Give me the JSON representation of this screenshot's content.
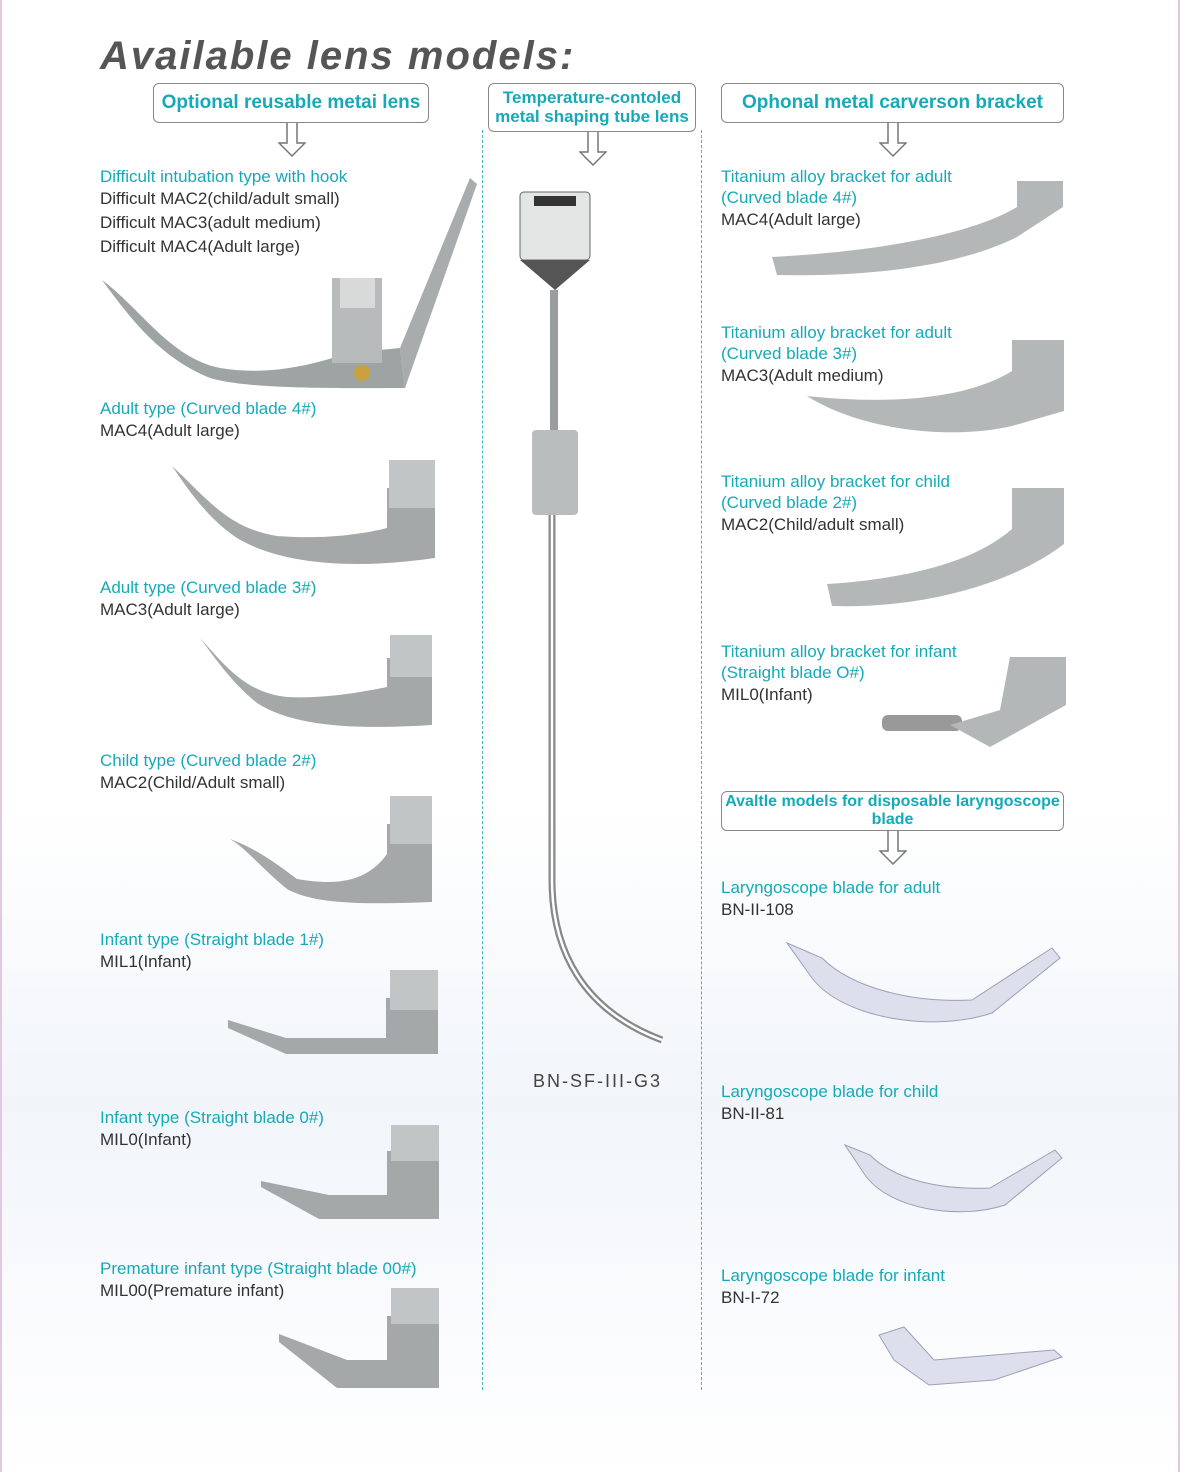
{
  "title": "Available lens models:",
  "headers": {
    "left": "Optional reusable metai lens",
    "middle": "Temperature-contoled metal shaping tube lens",
    "right": "Ophonal metal carverson bracket",
    "disposable": "Avaltle models for disposable laryngoscope blade"
  },
  "left": [
    {
      "title": "Difficult intubation type with hook",
      "lines": [
        "Difficult MAC2(child/adult small)",
        "Difficult MAC3(adult medium)",
        "Difficult MAC4(Adult large)"
      ]
    },
    {
      "title": "Adult type (Curved blade 4#)",
      "lines": [
        "MAC4(Adult large)"
      ]
    },
    {
      "title": "Adult type (Curved blade 3#)",
      "lines": [
        "MAC3(Adult large)"
      ]
    },
    {
      "title": "Child type (Curved blade 2#)",
      "lines": [
        "MAC2(Child/Adult small)"
      ]
    },
    {
      "title": "Infant type (Straight blade 1#)",
      "lines": [
        "MIL1(Infant)"
      ]
    },
    {
      "title": "Infant type (Straight blade 0#)",
      "lines": [
        "MIL0(Infant)"
      ]
    },
    {
      "title": "Premature infant type (Straight blade 00#)",
      "lines": [
        "MIL00(Premature infant)"
      ]
    }
  ],
  "middle": {
    "code": "BN-SF-III-G3"
  },
  "right": [
    {
      "title": [
        "Titanium alloy bracket for adult",
        "(Curved blade 4#)"
      ],
      "lines": [
        "MAC4(Adult large)"
      ]
    },
    {
      "title": [
        "Titanium alloy bracket for adult",
        "(Curved blade 3#)"
      ],
      "lines": [
        "MAC3(Adult medium)"
      ]
    },
    {
      "title": [
        "Titanium alloy bracket for child",
        "(Curved blade 2#)"
      ],
      "lines": [
        "MAC2(Child/adult small)"
      ]
    },
    {
      "title": [
        "Titanium alloy bracket for infant",
        "(Straight blade O#)"
      ],
      "lines": [
        "MIL0(Infant)"
      ]
    }
  ],
  "disposable": [
    {
      "title": "Laryngoscope blade for adult",
      "code": "BN-II-108"
    },
    {
      "title": "Laryngoscope blade for child",
      "code": "BN-II-81"
    },
    {
      "title": "Laryngoscope blade for infant",
      "code": "BN-I-72"
    }
  ]
}
